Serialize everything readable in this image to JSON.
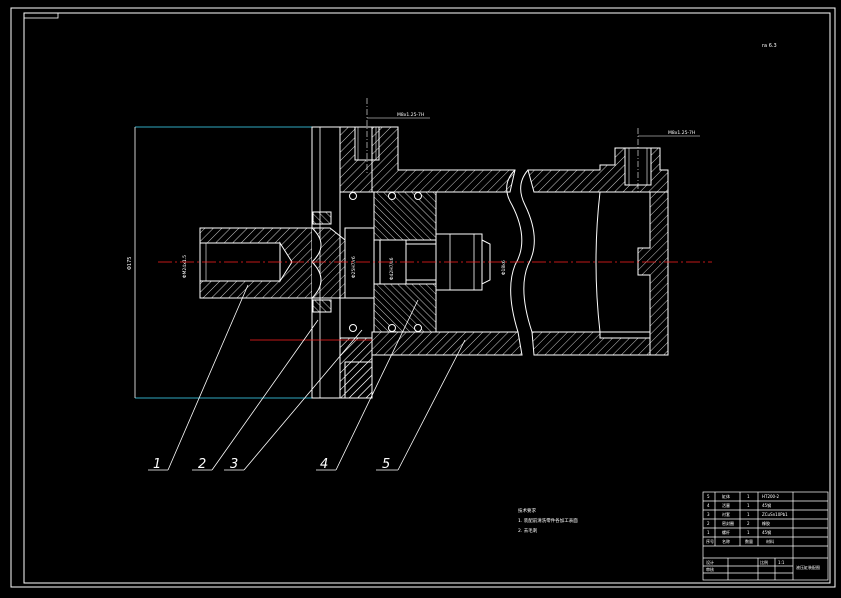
{
  "colors": {
    "background": "#000000",
    "line": "#ffffff",
    "centerline": "#ff2020",
    "dimension": "#40e0ff"
  },
  "corner_note": "ra 6.3",
  "callouts": [
    "1",
    "2",
    "3",
    "4",
    "5"
  ],
  "tech_notes": {
    "title": "技术要求",
    "lines": [
      "1. 装配前清洗零件各加工表面",
      "2. 去毛刺"
    ]
  },
  "dimensions": {
    "tap_left": "M8x1.25-7H",
    "tap_right": "M8x1.25-7H",
    "overall_dia": "Φ175",
    "bore_dia": "ΦM24x1.5",
    "sleeve_dia": "Φ42H7/k6",
    "pin_dia": "Φ25H7/r6",
    "stem_dia": "Φ18k6"
  },
  "parts_table": {
    "rows": [
      [
        "5",
        "缸体",
        "1",
        "HT200-2"
      ],
      [
        "4",
        "活塞",
        "1",
        "45钢"
      ],
      [
        "3",
        "衬套",
        "1",
        "ZCuSn10Pb1"
      ],
      [
        "2",
        "密封圈",
        "2",
        "橡胶"
      ],
      [
        "1",
        "螺杆",
        "1",
        "45钢"
      ]
    ],
    "header": [
      "序号",
      "名称",
      "数量",
      "材料"
    ],
    "title_block": {
      "drawing_title": "液压缸装配图",
      "scale_label": "比例",
      "scale": "1:1",
      "designer": "设计",
      "checker": "审核"
    }
  }
}
